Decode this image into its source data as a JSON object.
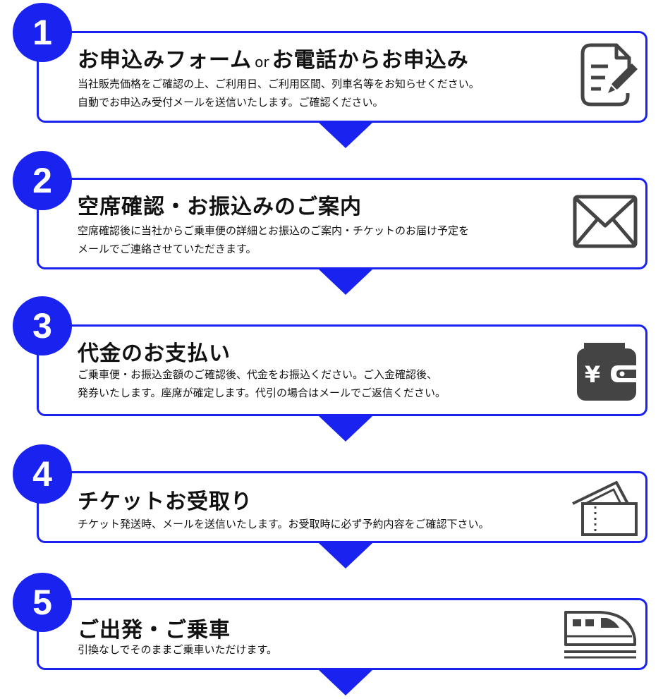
{
  "steps": [
    {
      "number": "1",
      "title_part1": "お申込みフォーム",
      "title_small": "or",
      "title_part2": "お電話からお申込み",
      "desc_line1": "当社販売価格をご確認の上、ご利用日、ご利用区間、列車名等をお知らせください。",
      "desc_line2": "自動でお申込み受付メールを送信いたします。ご確認ください。",
      "icon": "form-edit-icon"
    },
    {
      "number": "2",
      "title": "空席確認・お振込みのご案内",
      "desc_line1": "空席確認後に当社からご乗車便の詳細とお振込のご案内・チケットのお届け予定を",
      "desc_line2": "メールでご連絡させていただきます。",
      "icon": "envelope-icon"
    },
    {
      "number": "3",
      "title": "代金のお支払い",
      "desc_line1": "ご乗車便・お振込金額のご確認後、代金をお振込ください。ご入金確認後、",
      "desc_line2": "発券いたします。座席が確定します。代引の場合はメールでご返信ください。",
      "icon": "wallet-yen-icon",
      "icon_symbol": "¥"
    },
    {
      "number": "4",
      "title": "チケットお受取り",
      "desc_line1": "チケット発送時、メールを送信いたします。お受取時に必ず予約内容をご確認下さい。",
      "icon": "ticket-icon"
    },
    {
      "number": "5",
      "title": "ご出発・ご乗車",
      "desc_line1": "引換なしでそのままご乗車いただけます。",
      "icon": "bullet-train-icon"
    }
  ],
  "colors": {
    "accent": "#1a22f0",
    "icon": "#444444"
  }
}
